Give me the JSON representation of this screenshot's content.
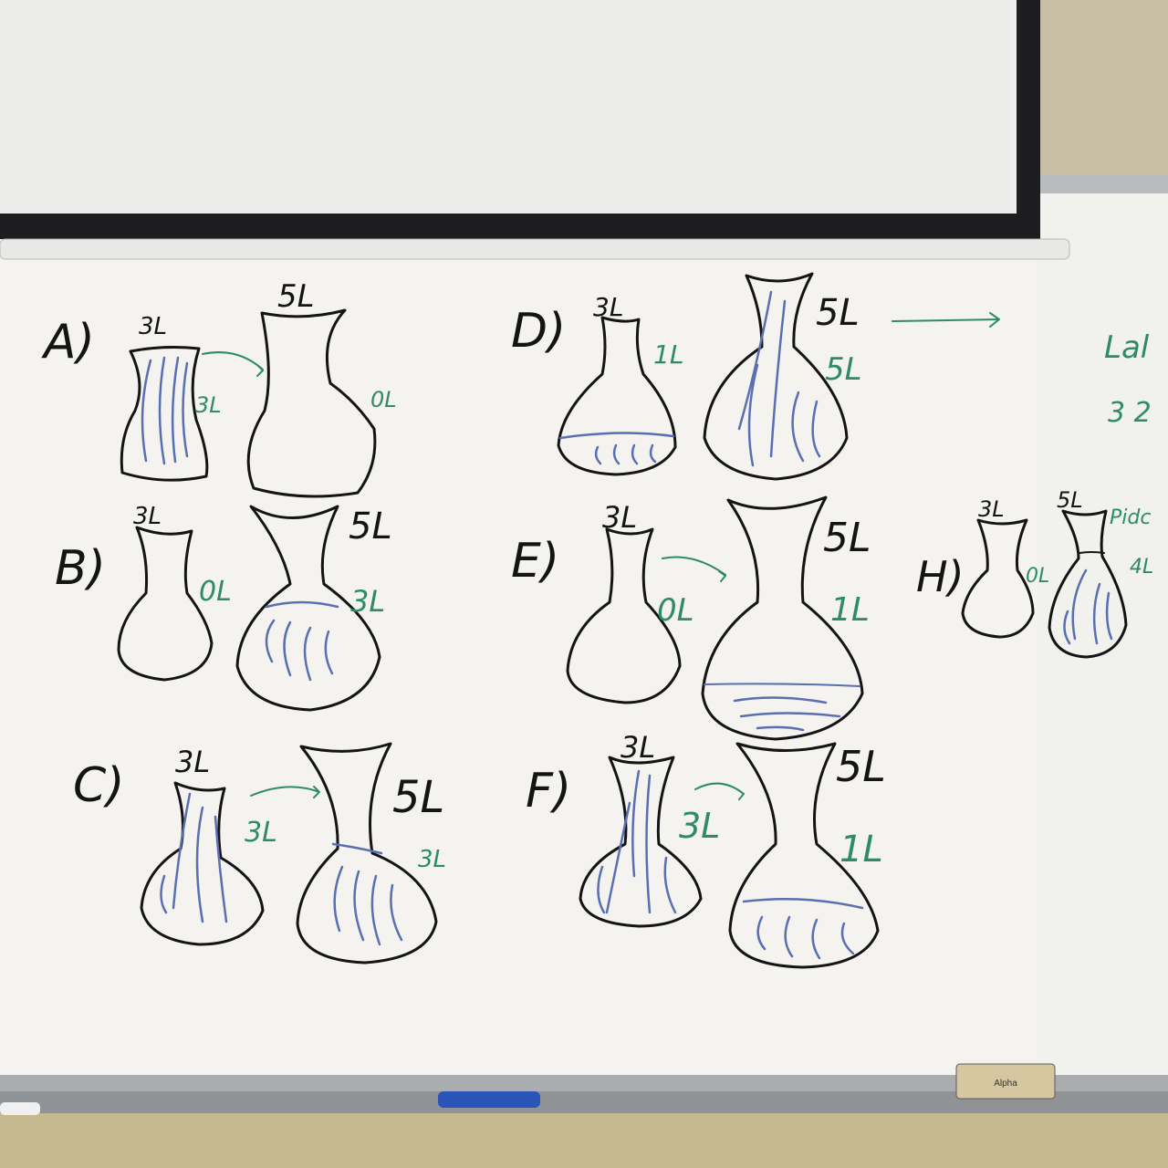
{
  "colors": {
    "board": "#f4f3ef",
    "screen": "#ecedeb",
    "screen_border": "#1d1d1f",
    "wall": "#c8bfa6",
    "marker_black": "#141414",
    "marker_green": "#2f8a6a",
    "marker_blue": "#5a6fb0",
    "tray": "#a9adb0"
  },
  "problems": {
    "A": {
      "label": "A)",
      "small_cap": "3L",
      "big_cap": "5L",
      "small_amt": "3L",
      "big_amt": "0L"
    },
    "B": {
      "label": "B)",
      "small_cap": "3L",
      "big_cap": "5L",
      "small_amt": "0L",
      "big_amt": "3L"
    },
    "C": {
      "label": "C)",
      "small_cap": "3L",
      "big_cap": "5L",
      "small_amt": "3L",
      "big_amt": "3L"
    },
    "D": {
      "label": "D)",
      "small_cap": "3L",
      "big_cap": "5L",
      "small_amt": "1L",
      "big_amt": "5L"
    },
    "E": {
      "label": "E)",
      "small_cap": "3L",
      "big_cap": "5L",
      "small_amt": "0L",
      "big_amt": "1L"
    },
    "F": {
      "label": "F)",
      "small_cap": "3L",
      "big_cap": "5L",
      "small_amt": "3L",
      "big_amt": "1L"
    },
    "H": {
      "label": "H)",
      "small_cap": "3L",
      "big_cap": "5L",
      "small_amt": "0L",
      "big_amt": "4L"
    }
  },
  "right_edge": {
    "word1": "Lal",
    "amount": "3 2",
    "word2": "Pidc"
  },
  "eraser_brand": "Alpha"
}
